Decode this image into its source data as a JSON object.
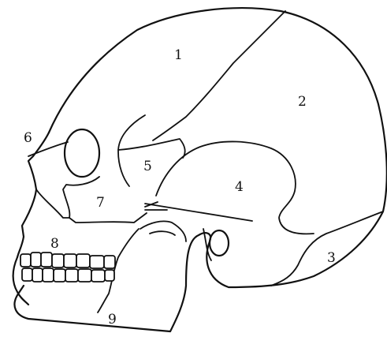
{
  "diagram": {
    "line_color": "#111111",
    "background": "#ffffff",
    "labels": {
      "l1": "1",
      "l2": "2",
      "l3": "3",
      "l4": "4",
      "l5": "5",
      "l6": "6",
      "l7": "7",
      "l8": "8",
      "l9": "9"
    }
  }
}
